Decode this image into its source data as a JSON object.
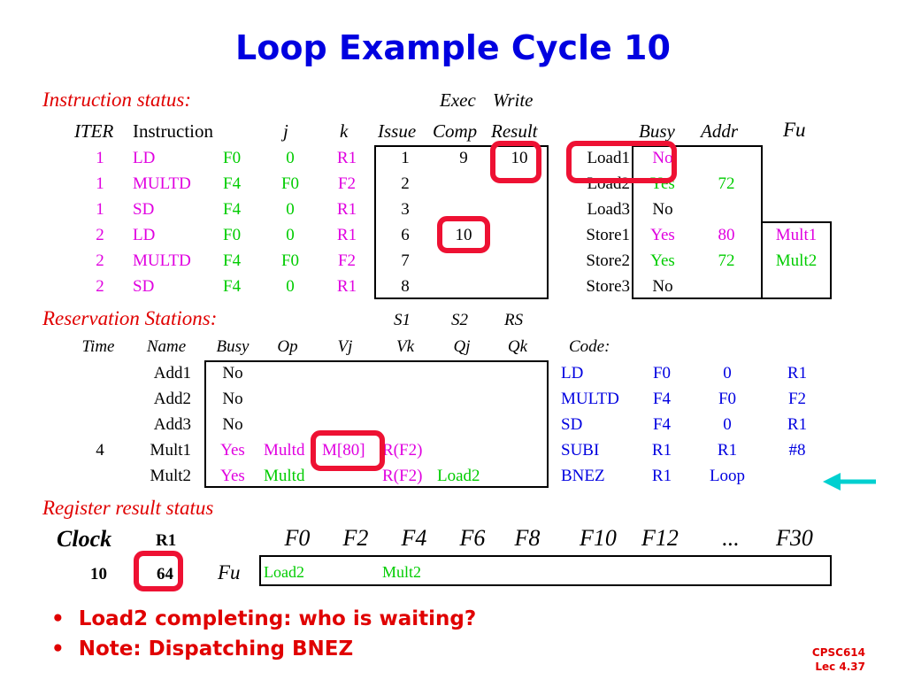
{
  "slide": {
    "title": "Loop Example Cycle 10"
  },
  "instruction_status": {
    "label": "Instruction status:",
    "hdr_exec": "Exec",
    "hdr_write": "Write",
    "columns": [
      "ITER",
      "Instruction",
      "j",
      "k",
      "Issue",
      "Comp",
      "Result"
    ],
    "rows": [
      {
        "iter": "1",
        "op": "LD",
        "dest": "F0",
        "j": "0",
        "k": "R1",
        "issue": "1",
        "comp": "9",
        "result": "10"
      },
      {
        "iter": "1",
        "op": "MULTD",
        "dest": "F4",
        "j": "F0",
        "k": "F2",
        "issue": "2",
        "comp": "",
        "result": ""
      },
      {
        "iter": "1",
        "op": "SD",
        "dest": "F4",
        "j": "0",
        "k": "R1",
        "issue": "3",
        "comp": "",
        "result": ""
      },
      {
        "iter": "2",
        "op": "LD",
        "dest": "F0",
        "j": "0",
        "k": "R1",
        "issue": "6",
        "comp": "10",
        "result": ""
      },
      {
        "iter": "2",
        "op": "MULTD",
        "dest": "F4",
        "j": "F0",
        "k": "F2",
        "issue": "7",
        "comp": "",
        "result": ""
      },
      {
        "iter": "2",
        "op": "SD",
        "dest": "F4",
        "j": "0",
        "k": "R1",
        "issue": "8",
        "comp": "",
        "result": ""
      }
    ]
  },
  "buffers": {
    "columns": [
      "Busy",
      "Addr",
      "Fu"
    ],
    "rows": [
      {
        "name": "Load1",
        "busy": "No",
        "addr": "",
        "fu": ""
      },
      {
        "name": "Load2",
        "busy": "Yes",
        "addr": "72",
        "fu": ""
      },
      {
        "name": "Load3",
        "busy": "No",
        "addr": "",
        "fu": ""
      },
      {
        "name": "Store1",
        "busy": "Yes",
        "addr": "80",
        "fu": "Mult1"
      },
      {
        "name": "Store2",
        "busy": "Yes",
        "addr": "72",
        "fu": "Mult2"
      },
      {
        "name": "Store3",
        "busy": "No",
        "addr": "",
        "fu": ""
      }
    ]
  },
  "reservation_stations": {
    "label": "Reservation Stations:",
    "top_headers": [
      "S1",
      "S2",
      "RS"
    ],
    "columns": [
      "Time",
      "Name",
      "Busy",
      "Op",
      "Vj",
      "Vk",
      "Qj",
      "Qk"
    ],
    "rows": [
      {
        "time": "",
        "name": "Add1",
        "busy": "No",
        "op": "",
        "vj": "",
        "vk": "",
        "qj": "",
        "qk": ""
      },
      {
        "time": "",
        "name": "Add2",
        "busy": "No",
        "op": "",
        "vj": "",
        "vk": "",
        "qj": "",
        "qk": ""
      },
      {
        "time": "",
        "name": "Add3",
        "busy": "No",
        "op": "",
        "vj": "",
        "vk": "",
        "qj": "",
        "qk": ""
      },
      {
        "time": "4",
        "name": "Mult1",
        "busy": "Yes",
        "op": "Multd",
        "vj": "M[80]",
        "vk": "R(F2)",
        "qj": "",
        "qk": ""
      },
      {
        "time": "",
        "name": "Mult2",
        "busy": "Yes",
        "op": "Multd",
        "vj": "",
        "vk": "R(F2)",
        "qj": "Load2",
        "qk": ""
      }
    ],
    "code_label": "Code:",
    "code": [
      [
        "LD",
        "F0",
        "0",
        "R1"
      ],
      [
        "MULTD",
        "F4",
        "F0",
        "F2"
      ],
      [
        "SD",
        "F4",
        "0",
        "R1"
      ],
      [
        "SUBI",
        "R1",
        "R1",
        "#8"
      ],
      [
        "BNEZ",
        "R1",
        "Loop",
        ""
      ]
    ]
  },
  "register_status": {
    "label": "Register result status",
    "clock_label": "Clock",
    "r1_label": "R1",
    "clock": "10",
    "r1": "64",
    "fu_label": "Fu",
    "regs": [
      "F0",
      "F2",
      "F4",
      "F6",
      "F8",
      "F10",
      "F12",
      "...",
      "F30"
    ],
    "fu": [
      "Load2",
      "",
      "Mult2",
      "",
      "",
      "",
      "",
      "",
      ""
    ]
  },
  "bullets": [
    "Load2 completing: who is waiting?",
    "Note: Dispatching BNEZ"
  ],
  "footer": {
    "course": "CPSC614",
    "lecture": "Lec 4.37"
  },
  "colors": {
    "title": "#0000e0",
    "section": "#e00000",
    "highlight": "#ee1133",
    "arrow": "#00d0d0"
  }
}
